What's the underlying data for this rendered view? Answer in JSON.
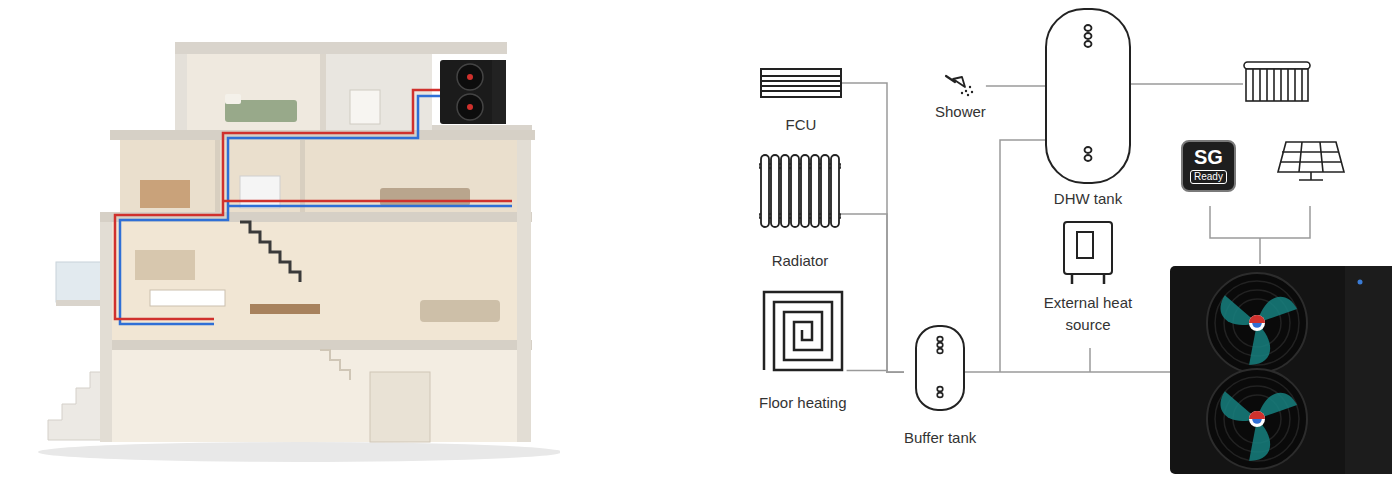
{
  "diagram": {
    "nodes": [
      {
        "text": [
          "FCU"
        ]
      },
      {
        "text": [
          "Shower"
        ]
      },
      {
        "text": [
          "DHW tank"
        ]
      },
      {
        "text": [
          "SG",
          "Ready"
        ]
      },
      {
        "text": [
          "Radiator"
        ]
      },
      {
        "text": [
          "External heat source"
        ]
      },
      {
        "text": [
          "Floor heating"
        ]
      },
      {
        "text": [
          "Buffer tank"
        ]
      }
    ],
    "edges": [
      {
        "from": 0,
        "to": 7,
        "arrow": "none"
      },
      {
        "from": 4,
        "to": 7,
        "arrow": "none"
      },
      {
        "from": 6,
        "to": 7,
        "arrow": "none"
      },
      {
        "from": 1,
        "to": 2,
        "arrow": "none"
      }
    ]
  }
}
